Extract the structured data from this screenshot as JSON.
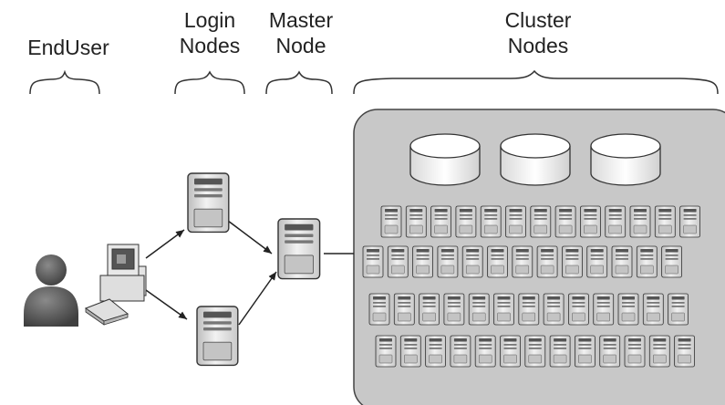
{
  "labels": {
    "end_user": "EndUser",
    "login_line1": "Login",
    "login_line2": "Nodes",
    "master_line1": "Master",
    "master_line2": "Node",
    "cluster_line1": "Cluster",
    "cluster_line2": "Nodes"
  },
  "counts": {
    "login_servers": 2,
    "master_servers": 1,
    "storage_disks": 3,
    "cluster_rows": [
      13,
      13,
      13,
      13
    ]
  },
  "icons": [
    "user-icon",
    "workstation-icon",
    "server-icon",
    "database-icon"
  ],
  "colors": {
    "cluster_panel": "#c8c8c8",
    "panel_border": "#444444",
    "server_body": "#e6e6e6",
    "user": "#555555"
  }
}
